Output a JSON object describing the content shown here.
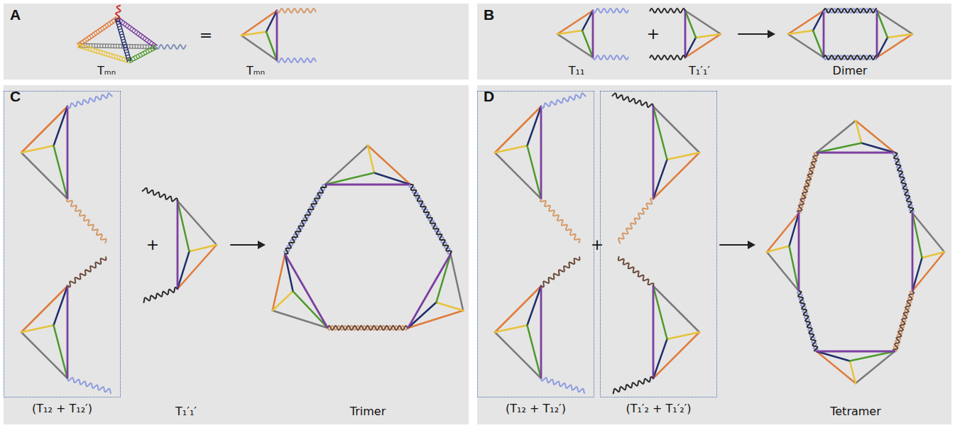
{
  "diagram": {
    "nodes": [
      {
        "text": [
          "A"
        ]
      },
      {
        "text": [
          "B"
        ]
      },
      {
        "text": [
          "C"
        ]
      },
      {
        "text": [
          "(T₁₂ + T₁₂′)"
        ],
        "in": 2
      },
      {
        "text": [
          "D"
        ]
      },
      {
        "text": [
          "(T₁₂ + T₁₂′)"
        ],
        "in": 4
      },
      {
        "text": [
          "(T₁′₂ + T₁′₂′)"
        ],
        "in": 4
      }
    ],
    "labels": [
      "Tₘₙ",
      "=",
      "Tₘₙ",
      "T₁₁",
      "+",
      "T₁′₁′",
      "Dimer",
      "+",
      "T₁′₁′",
      "Trimer",
      "+",
      "Tetramer"
    ]
  }
}
